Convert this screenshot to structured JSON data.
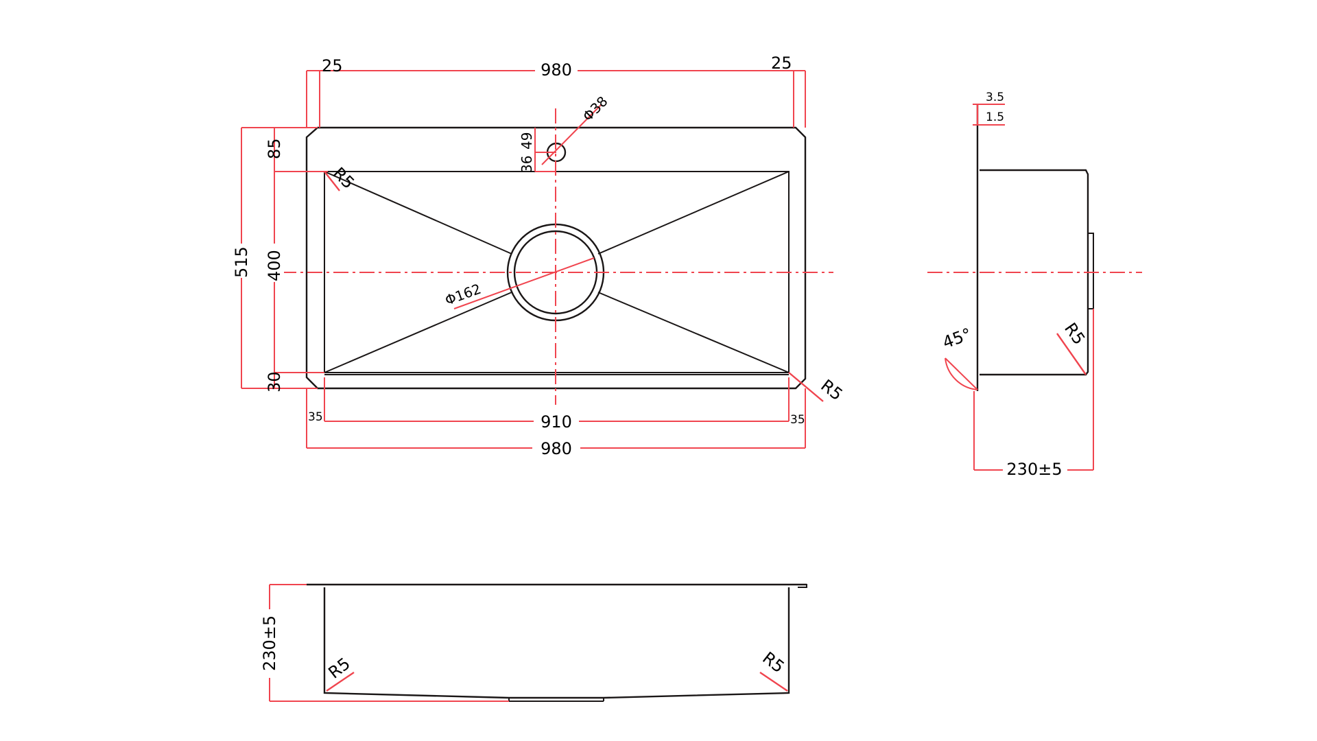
{
  "colors": {
    "outline": "#1a1616",
    "dimension": "#f0444e",
    "text": "#000000",
    "background": "#ffffff"
  },
  "top_view": {
    "flange_left": "25",
    "overall_width_top": "980",
    "flange_right": "25",
    "tap_hole": "Φ38",
    "tap_offset_a": "49",
    "tap_offset_b": "36",
    "flange_front": "85",
    "overall_depth": "515",
    "bowl_depth": "400",
    "flange_back": "30",
    "corner_radius_tl": "R5",
    "corner_radius_br": "R5",
    "drain": "Φ162",
    "side_left": "35",
    "bowl_width": "910",
    "side_right": "35",
    "overall_width_bottom": "980"
  },
  "side_view": {
    "thickness_top": "3.5",
    "thickness_bottom": "1.5",
    "angle": "45°",
    "corner_radius": "R5",
    "depth": "230±5"
  },
  "front_view": {
    "depth": "230±5",
    "corner_radius_left": "R5",
    "corner_radius_right": "R5"
  }
}
